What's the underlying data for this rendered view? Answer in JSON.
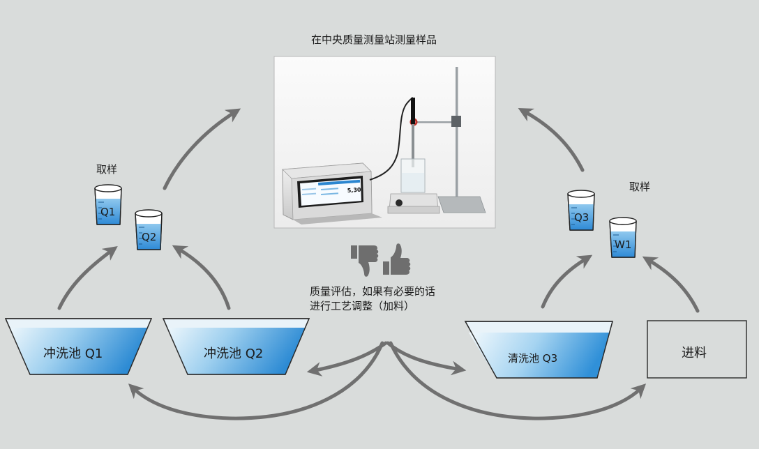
{
  "top_title": "在中央质量测量站测量样品",
  "left_sampling_label": "取样",
  "right_sampling_label": "取样",
  "beakers": {
    "q1": "Q1",
    "q2": "Q2",
    "q3": "Q3",
    "w1": "W1"
  },
  "tanks": {
    "rinse_q1": "冲洗池 Q1",
    "rinse_q2": "冲洗池 Q2",
    "clean_q3": "清洗池 Q3"
  },
  "feed_box_label": "进料",
  "evaluation": {
    "line1": "质量评估，如果有必要的话",
    "line2": "进行工艺调整（加料）"
  },
  "instrument": {
    "display_value": "5,30"
  },
  "colors": {
    "background": "#d9dcdb",
    "arrow": "#707070",
    "water_light": "#e8f4fb",
    "water_dark": "#2f8ed6",
    "photo_bg": "#f6f6f6"
  }
}
